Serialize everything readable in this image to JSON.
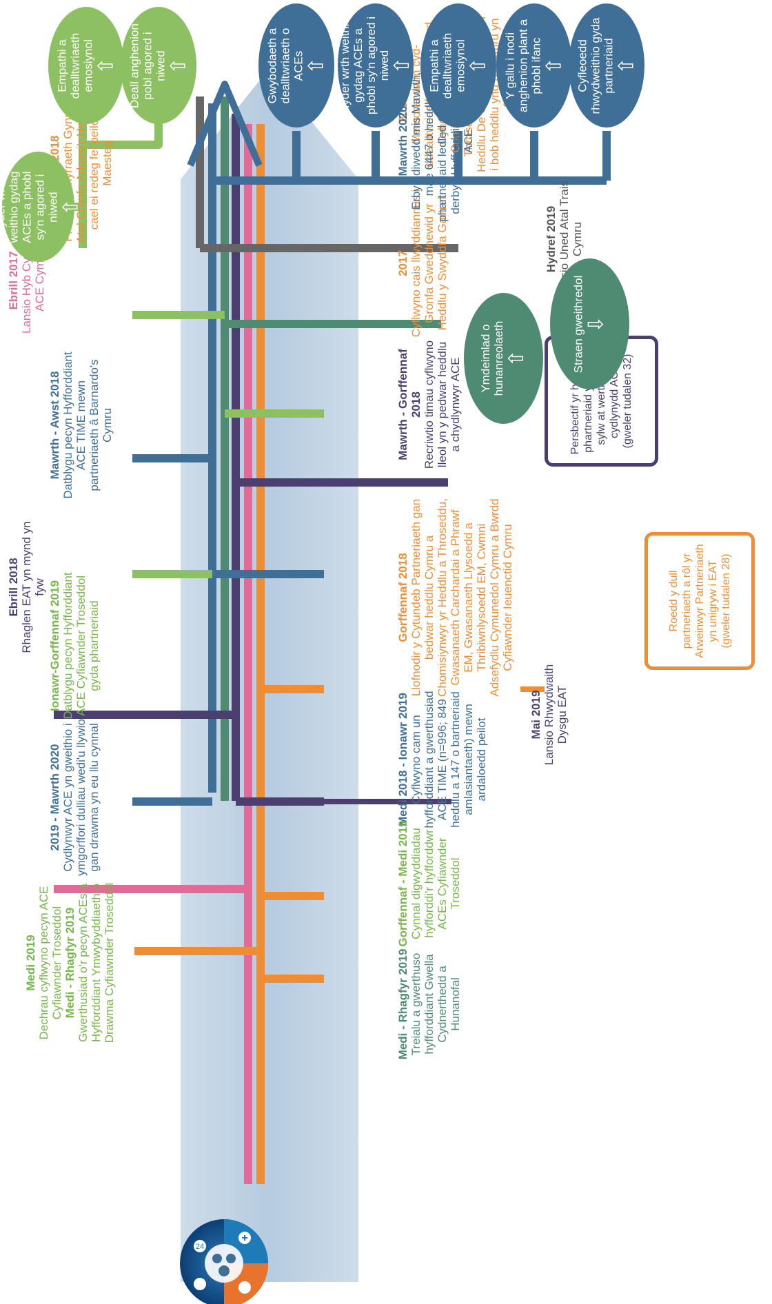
{
  "colors": {
    "orange": "#ef8d35",
    "pink": "#e26a96",
    "blue": "#3f6f97",
    "purple": "#4b3f6f",
    "light_green": "#8cc063",
    "teal_green": "#4f8a73",
    "grey": "#666666"
  },
  "events": {
    "e2016": {
      "date": "2016-2018",
      "text": "Prosiect Ymyrraeth Gynnar ac Atal Cronfa Arloesi'r Heddlu yn cael ei redeg fel peilot ym Maesteg"
    },
    "e2015": {
      "date": "2015-2018",
      "text": "Memorandwm cyd-ddealltwriaeth rhwng Iechyd Cyhoeddus Cymru, Comisiynydd Heddlu a Throseddu De Cymru, a Heddlu De Cymru; ei ymestyn i bob heddlu yng Nghymru yn 2018"
    },
    "e2017a": {
      "date": "Ebrill 2017",
      "text": "Lansio Hyb Cymorth ACE Cymru"
    },
    "e2017b": {
      "date": "2017",
      "text": "Cyflwyno cais llwyddiannus i Gronfa Gweddnewid yr Heddlu y Swyddfa Gartref"
    },
    "e2018a": {
      "date": "Mawrth - Awst 2018",
      "text": "Datblygu pecyn Hyfforddiant ACE TIME mewn partneriaeth â Barnardo's Cymru"
    },
    "e2018b": {
      "date": "Mawrth - Gorffennaf 2018",
      "text": "Recriwtio timau cyflwyno lleol yn y pedwar heddlu a chydlynwyr ACE"
    },
    "e2018c": {
      "date": "Ebrill 2018",
      "text": "Rhaglen EAT yn mynd yn fyw"
    },
    "e2018d": {
      "date": "Gorffennaf 2018",
      "text": "Llofnodir y Cytundeb Partneriaeth gan bedwar heddlu Cymru a Chomisiynwyr yr Heddlu a Throseddu, Gwasanaeth Carchardai a Phrawf EM, Gwasanaeth Llysoedd a Thribiwnlysoedd EM, Cwmni Adsefydlu Cymunedol Cymru a Bwrdd Cyfiawnder Ieuenctid Cymru"
    },
    "e2018e": {
      "date": "Medi 2018 - Ionawr 2019",
      "text": "Cyflwyno cam un hyfforddiant a gwerthusiad ACE TIME (n=996; 849 heddlu a 147 o bartneriaid amlasiantaeth) mewn ardaloedd peilot"
    },
    "e2019a": {
      "date": "Ionawr-Gorffennaf 2019",
      "text": "Datblygu pecyn Hyfforddiant ACE Cyfiawnder Troseddol gyda phartneriaid"
    },
    "e2019b": {
      "date": "Mai 2019",
      "text": "Lansio Rhwydwaith Dysgu EAT"
    },
    "e2019c": {
      "date": "2019 - Mawrth 2020",
      "text": "Cydlynwyr ACE yn gweithio i ymgorffori dulliau wedi'u llywio gan drawma yn eu llu cynnal"
    },
    "e2019d": {
      "date": "Gorffennaf - Medi 2019",
      "text": "Cynnal digwyddiadau hyfforddi'r hyfforddwr ACEs Cyfiawnder Troseddol"
    },
    "e2019e": {
      "date": "Medi 2019",
      "text": "Dechrau cyflwyno pecyn ACE Cyfiawnder Troseddol"
    },
    "e2019f": {
      "date": "Medi - Rhagfyr 2019",
      "text": "Gwerthusiad o'r pecyn ACEs a Hyfforddiant Ymwybyddiaeth o Drawma Cyfiawnder Troseddol"
    },
    "e2019g": {
      "date": "Medi - Rhagfyr 2019",
      "text": "Treialu a gwerthuso hyfforddiant Gwella Cydnerthedd a Hunanofal"
    },
    "e2019h": {
      "date": "Hydref 2019",
      "text": "Lansio Uned Atal Trais Cymru"
    },
    "e2020": {
      "date": "Mawrth 2020",
      "text": "Erbyn diwedd mis Mawrth, mae 6447 o heddlu a phartneriaid ledled Cymru wedi derbyn Hyfforddiant AMSER ACE"
    }
  },
  "notes": {
    "note1": "Persbectif yr heddlu a phartneriaid yn tynnu sylw at werth rôl y cydlynydd ACE (gweler tudalen 32)",
    "note2": "Roedd y dull partneriaeth a rôl yr Arweinwyr Partneriaeth yn unigryw i EAT (gweler tudalen 28)"
  },
  "outcomes": {
    "green": [
      {
        "text": "Hyder wrth weithio gydag ACEs a phobl sy'n agored i niwed",
        "arrow": "up"
      },
      {
        "text": "Empathi a dealltwriaeth emosiynol",
        "arrow": "up"
      },
      {
        "text": "Deall anghenion pobl agored i niwed",
        "arrow": "up"
      }
    ],
    "blue": [
      {
        "text": "Gwybodaeth a dealltwriaeth o ACEs",
        "arrow": "up"
      },
      {
        "text": "Hyder wrth weithio gydag ACEs a phobl sy'n agored i niwed",
        "arrow": "up"
      },
      {
        "text": "Empathi a dealltwriaeth emosiynol",
        "arrow": "up"
      },
      {
        "text": "Y gallu i nodi anghenion plant a phobl ifanc",
        "arrow": "up"
      },
      {
        "text": "Cyfleoedd rhwydweithio gyda partneriaid",
        "arrow": "up"
      }
    ],
    "teal": [
      {
        "text": "Ymdeimlad o hunanreolaeth",
        "arrow": "up"
      },
      {
        "text": "Straen gweithredol",
        "arrow": "down"
      }
    ]
  },
  "icons": {
    "logo": "services-circle-icon",
    "up_arrow": "arrow-up-icon",
    "down_arrow": "arrow-down-icon"
  }
}
